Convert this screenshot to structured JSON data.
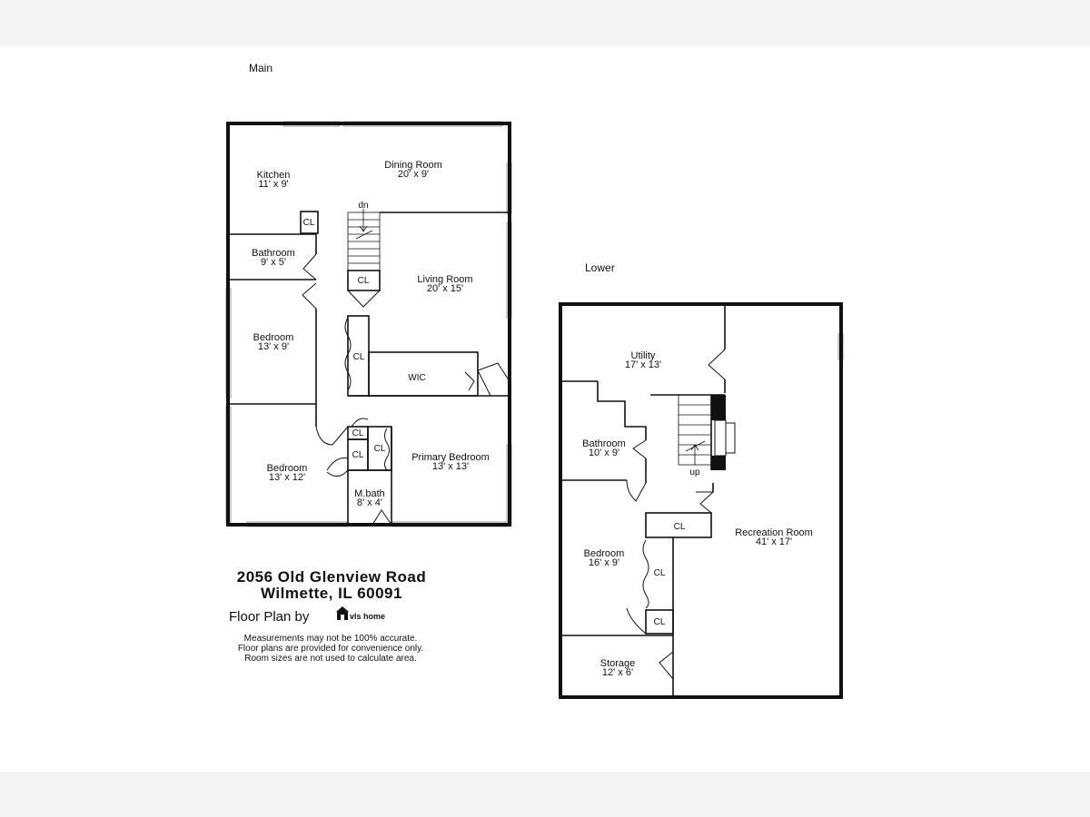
{
  "floors": {
    "main": {
      "title": "Main",
      "rooms": {
        "kitchen": {
          "name": "Kitchen",
          "dims": "11' x 9'"
        },
        "dining": {
          "name": "Dining Room",
          "dims": "20' x 9'"
        },
        "bathroom": {
          "name": "Bathroom",
          "dims": "9' x 5'"
        },
        "living": {
          "name": "Living Room",
          "dims": "20' x 15'"
        },
        "bedroom_a": {
          "name": "Bedroom",
          "dims": "13' x 9'"
        },
        "wic": {
          "name": "WIC"
        },
        "bedroom_b": {
          "name": "Bedroom",
          "dims": "13' x 12'"
        },
        "primary": {
          "name": "Primary Bedroom",
          "dims": "13' x 13'"
        },
        "mbath": {
          "name": "M.bath",
          "dims": "8' x 4'"
        }
      },
      "closet": "CL",
      "stair_label": "dn"
    },
    "lower": {
      "title": "Lower",
      "rooms": {
        "utility": {
          "name": "Utility",
          "dims": "17' x 13'"
        },
        "bathroom": {
          "name": "Bathroom",
          "dims": "10' x 9'"
        },
        "recreation": {
          "name": "Recreation Room",
          "dims": "41' x 17'"
        },
        "bedroom": {
          "name": "Bedroom",
          "dims": "16' x 9'"
        },
        "storage": {
          "name": "Storage",
          "dims": "12' x 6'"
        }
      },
      "closet": "CL",
      "stair_label": "up"
    }
  },
  "address": {
    "line1": "2056 Old Glenview Road",
    "line2": "Wilmette, IL 60091"
  },
  "credit": {
    "prefix": "Floor Plan by",
    "brand": "vls home"
  },
  "disclaimer": [
    "Measurements may not be 100% accurate.",
    "Floor plans are provided for convenience only.",
    "Room sizes are not used to calculate area."
  ]
}
